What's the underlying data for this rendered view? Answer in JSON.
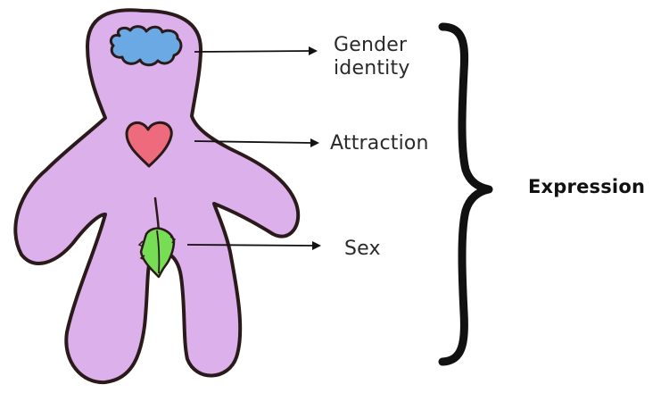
{
  "labels": {
    "gender_identity_line1": "Gender",
    "gender_identity_line2": "identity",
    "attraction": "Attraction",
    "sex": "Sex",
    "expression": "Expression"
  },
  "colors": {
    "body_fill": "#dcb0ea",
    "outline": "#2b1a1a",
    "brain_fill": "#6aa9e4",
    "heart_fill": "#ee6b7d",
    "leaf_fill": "#77dd55",
    "arrow": "#111111"
  },
  "icons": {
    "brain": "brain-icon",
    "heart": "heart-icon",
    "leaf": "leaf-icon"
  }
}
